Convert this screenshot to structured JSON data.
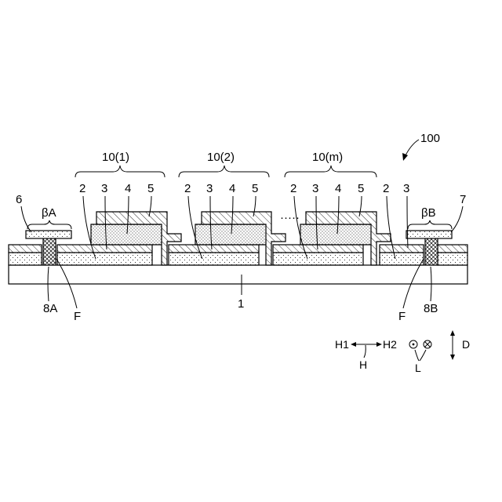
{
  "figure_number": "100",
  "substrate_label": "1",
  "cells": [
    {
      "label": "10(1)",
      "layers": [
        "2",
        "3",
        "4",
        "5"
      ]
    },
    {
      "label": "10(2)",
      "layers": [
        "2",
        "3",
        "4",
        "5"
      ]
    },
    {
      "label": "10(m)",
      "layers": [
        "2",
        "3",
        "4",
        "5"
      ]
    }
  ],
  "ellipsis": "·····",
  "right_group_layers": [
    "2",
    "3"
  ],
  "terminal_a": {
    "ref": "6",
    "region": "βA",
    "via": "8A",
    "fill": "F"
  },
  "terminal_b": {
    "ref": "7",
    "region": "βB",
    "via": "8B",
    "fill": "F"
  },
  "directions": {
    "h_left": "H1",
    "h_right": "H2",
    "h": "H",
    "l": "L",
    "d": "D"
  },
  "colors": {
    "line": "#000000",
    "background": "#ffffff"
  }
}
